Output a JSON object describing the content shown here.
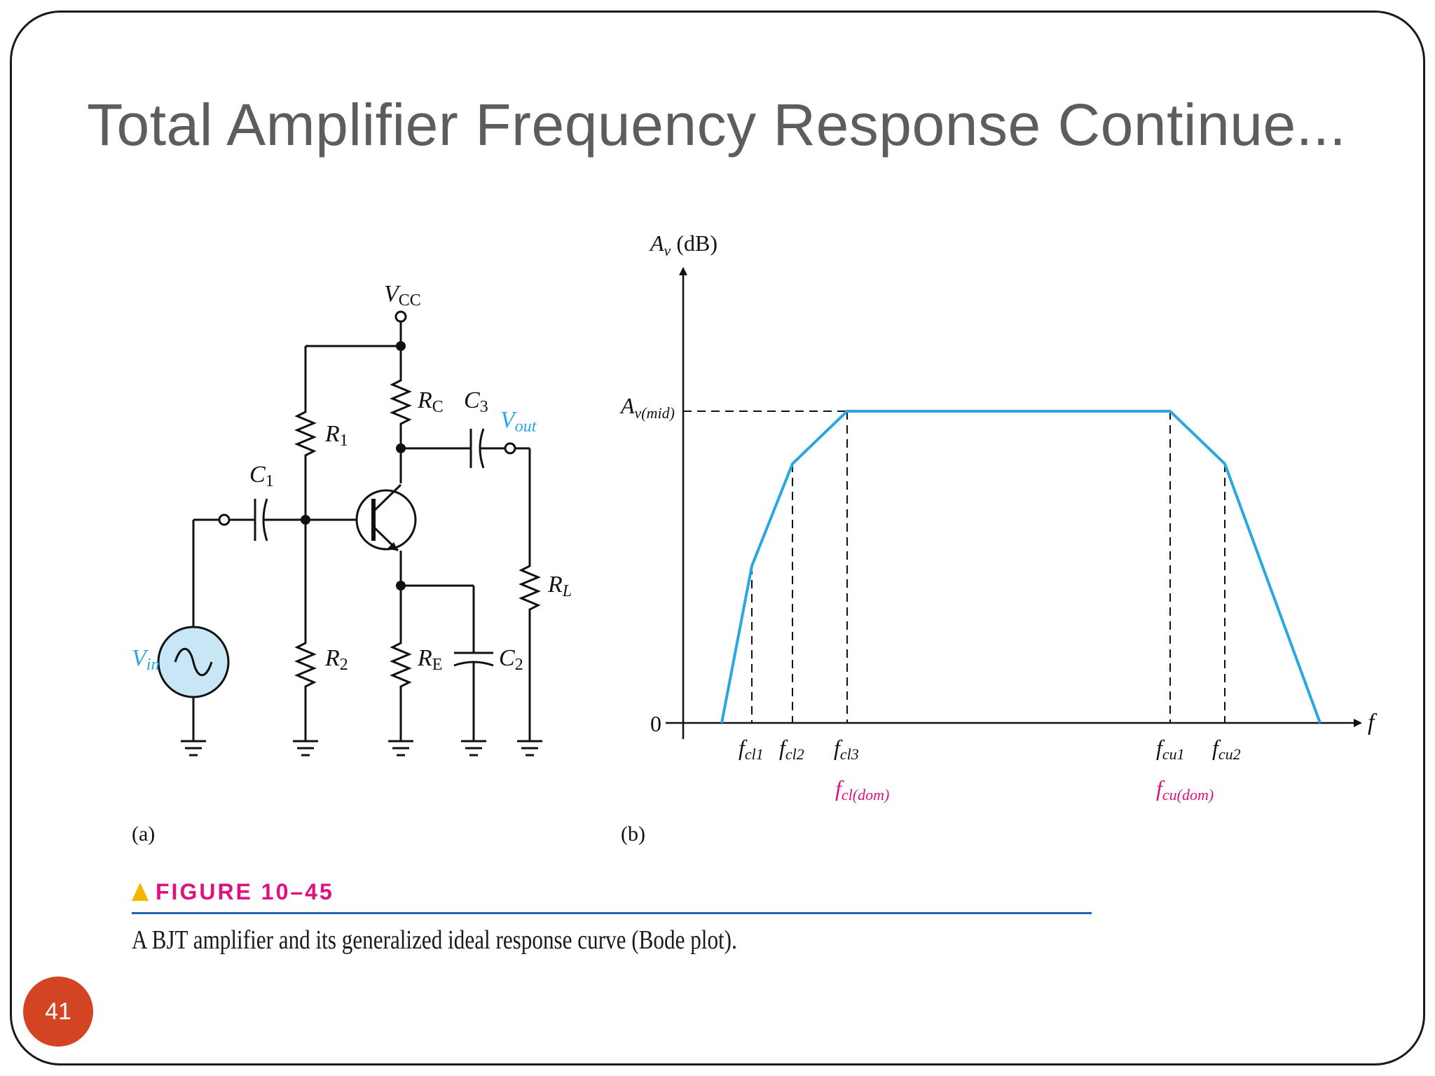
{
  "slide": {
    "title": "Total Amplifier Frequency Response Continue...",
    "page_number": "41"
  },
  "figure": {
    "label": "FIGURE 10–45",
    "caption": "A BJT amplifier and its generalized ideal response curve (Bode plot).",
    "part_a": "(a)",
    "part_b": "(b)"
  },
  "schematic": {
    "vcc": {
      "main": "V",
      "sub": "CC"
    },
    "r1": {
      "main": "R",
      "sub": "1"
    },
    "r2": {
      "main": "R",
      "sub": "2"
    },
    "rc": {
      "main": "R",
      "sub": "C"
    },
    "re": {
      "main": "R",
      "sub": "E"
    },
    "rl": {
      "main": "R",
      "sub": "L"
    },
    "c1": {
      "main": "C",
      "sub": "1"
    },
    "c2": {
      "main": "C",
      "sub": "2"
    },
    "c3": {
      "main": "C",
      "sub": "3"
    },
    "vin": {
      "main": "V",
      "sub": "in"
    },
    "vout": {
      "main": "V",
      "sub": "out"
    }
  },
  "bode": {
    "y_axis_label": {
      "main": "A",
      "sub": "v",
      "unit": " (dB)"
    },
    "x_axis_label": "f",
    "mid_label": {
      "main": "A",
      "sub": "v(mid)"
    },
    "zero_label": "0",
    "freq_labels": [
      {
        "main": "f",
        "sub": "cl1"
      },
      {
        "main": "f",
        "sub": "cl2"
      },
      {
        "main": "f",
        "sub": "cl3"
      },
      {
        "main": "f",
        "sub": "cu1"
      },
      {
        "main": "f",
        "sub": "cu2"
      }
    ],
    "dominant_labels": [
      {
        "main": "f",
        "sub": "cl(dom)"
      },
      {
        "main": "f",
        "sub": "cu(dom)"
      }
    ]
  },
  "colors": {
    "curve": "#29a8e0",
    "accent_magenta": "#e0117f",
    "vin_color": "#29a8e0",
    "source_fill": "#c9e6f7"
  }
}
